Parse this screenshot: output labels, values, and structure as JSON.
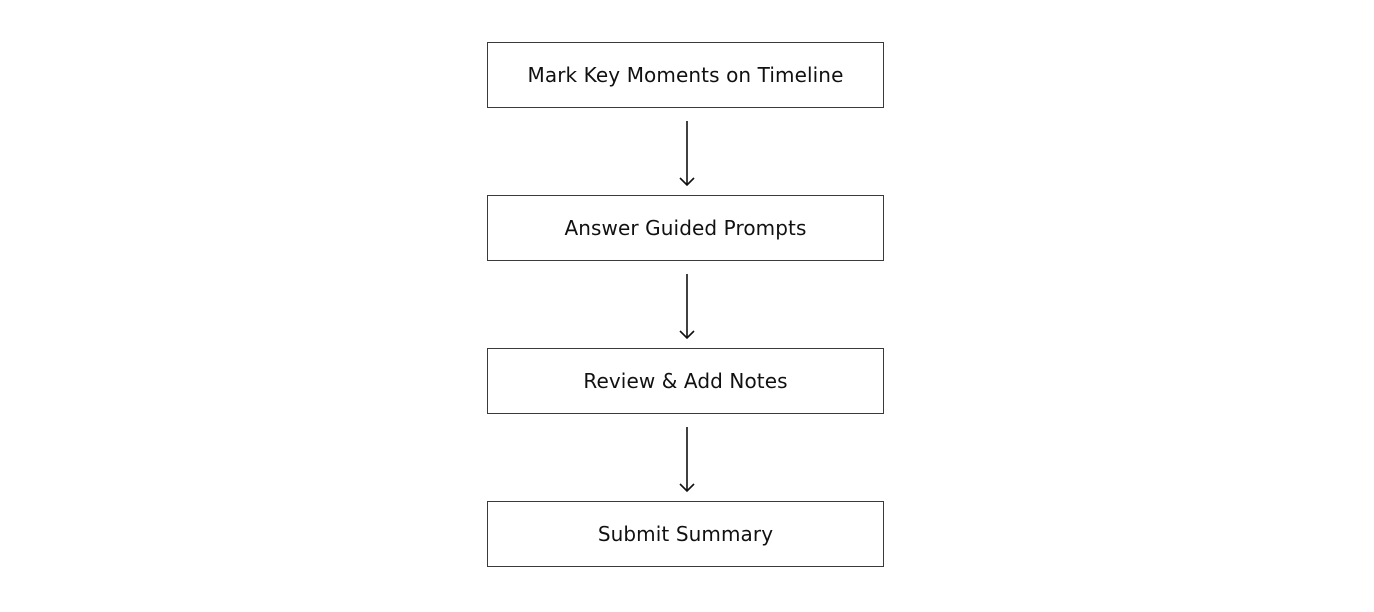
{
  "flowchart": {
    "steps": [
      {
        "label": "Mark Key Moments on Timeline"
      },
      {
        "label": "Answer Guided Prompts"
      },
      {
        "label": "Review & Add Notes"
      },
      {
        "label": "Submit Summary"
      }
    ],
    "connector_icon": "arrow-down-icon",
    "colors": {
      "border": "#3a3a3a",
      "text": "#111111",
      "arrow": "#111111",
      "background": "#ffffff"
    }
  }
}
